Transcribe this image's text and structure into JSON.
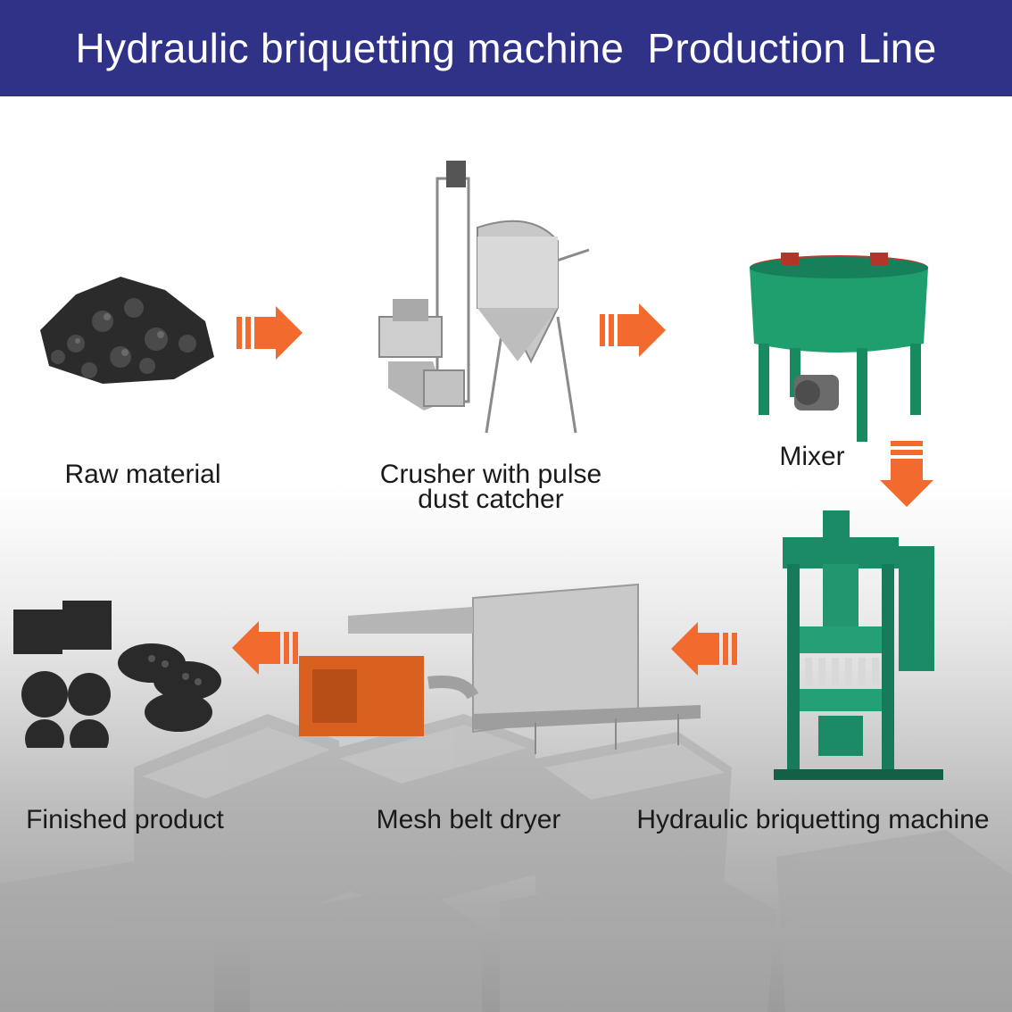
{
  "header": {
    "title": "Hydraulic briquetting machine  Production Line"
  },
  "colors": {
    "banner": "#2f3287",
    "arrow": "#f26a2e",
    "mixer": "#1f9e6e",
    "press": "#1b8a66",
    "dryer_heater": "#d9601f"
  },
  "steps": [
    {
      "label": "Raw material"
    },
    {
      "label_line1": "Crusher with pulse",
      "label_line2": "dust catcher"
    },
    {
      "label": "Mixer"
    },
    {
      "label": "Hydraulic briquetting machine"
    },
    {
      "label": "Mesh belt dryer"
    },
    {
      "label": "Finished product"
    }
  ],
  "arrows": [
    "arrow-right",
    "arrow-right",
    "arrow-down",
    "arrow-left",
    "arrow-left"
  ]
}
